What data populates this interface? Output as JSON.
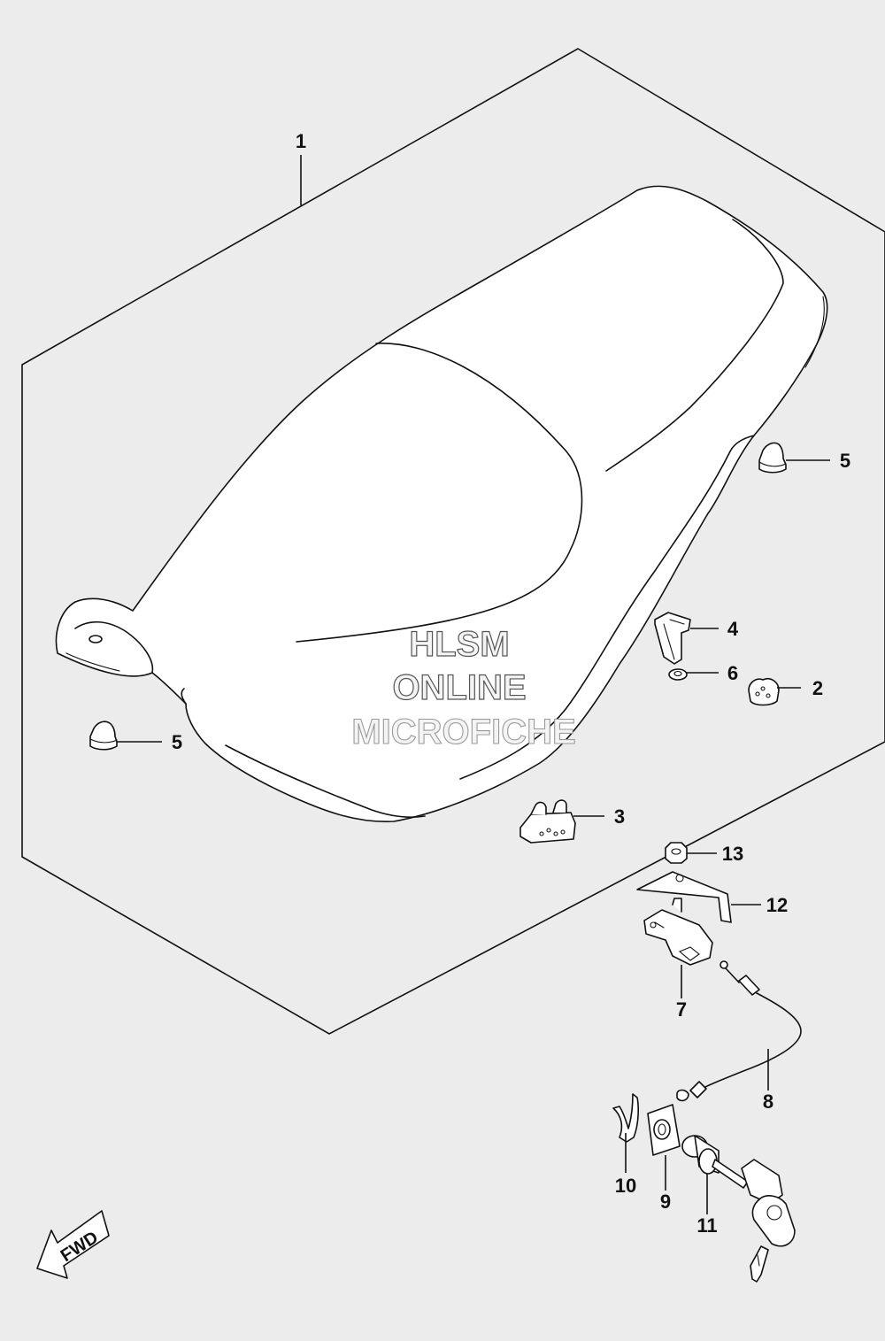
{
  "callouts": [
    {
      "id": "1",
      "text": "1"
    },
    {
      "id": "2",
      "text": "2"
    },
    {
      "id": "3",
      "text": "3"
    },
    {
      "id": "4",
      "text": "4"
    },
    {
      "id": "5a",
      "text": "5"
    },
    {
      "id": "5b",
      "text": "5"
    },
    {
      "id": "6",
      "text": "6"
    },
    {
      "id": "7",
      "text": "7"
    },
    {
      "id": "8",
      "text": "8"
    },
    {
      "id": "9",
      "text": "9"
    },
    {
      "id": "10",
      "text": "10"
    },
    {
      "id": "11",
      "text": "11"
    },
    {
      "id": "12",
      "text": "12"
    },
    {
      "id": "13",
      "text": "13"
    }
  ],
  "watermark": {
    "line1": "HLSM",
    "line2": "ONLINE",
    "line3": "MICROFICHE"
  },
  "direction_label": "FWD",
  "colors": {
    "background": "#ececec",
    "line": "#111111",
    "part_fill": "#ffffff"
  }
}
